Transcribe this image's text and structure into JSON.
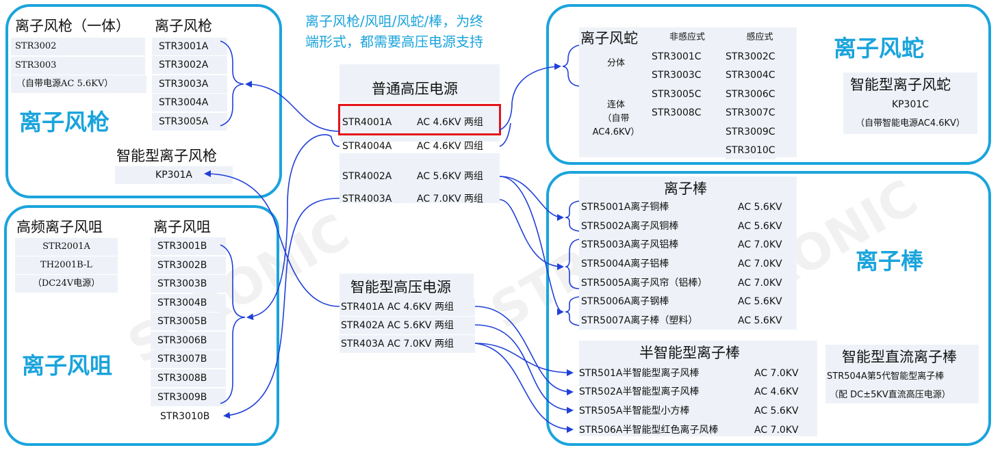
{
  "note": {
    "line1": "离子风枪/风咀/风蛇/棒，为终",
    "line2": "端形式，都需要高压电源支持"
  },
  "watermark": "STRONIC",
  "gun_panel": {
    "header_integrated": "离子风枪（一体）",
    "header_gun": "离子风枪",
    "integrated_items": [
      "STR3002",
      "STR3003",
      "（自带电源AC 5.6KV）"
    ],
    "gun_items": [
      "STR3001A",
      "STR3002A",
      "STR3003A",
      "STR3004A",
      "STR3005A"
    ],
    "big_label": "离子风枪",
    "smart_header": "智能型离子风枪",
    "smart_item": "KP301A"
  },
  "nozzle_panel": {
    "header_hf": "高频离子风咀",
    "header_nozzle": "离子风咀",
    "hf_items": [
      "STR2001A",
      "TH2001B-L",
      "（DC24V电源）"
    ],
    "nozzle_items": [
      "STR3001B",
      "STR3002B",
      "STR3003B",
      "STR3004B",
      "STR3005B",
      "STR3006B",
      "STR3007B",
      "STR3008B",
      "STR3009B",
      "STR3010B"
    ],
    "big_label": "离子风咀"
  },
  "regular_supply": {
    "title": "普通高压电源",
    "rows": [
      {
        "model": "STR4001A",
        "spec": "AC 4.6KV 两组"
      },
      {
        "model": "STR4004A",
        "spec": "AC 4.6KV 四组"
      },
      {
        "model": "STR4002A",
        "spec": "AC 5.6KV 两组"
      },
      {
        "model": "STR4003A",
        "spec": "AC 7.0KV 两组"
      }
    ]
  },
  "smart_supply": {
    "title": "智能型高压电源",
    "rows": [
      "STR401A AC 4.6KV 两组",
      "STR402A AC 5.6KV 两组",
      "STR403A AC 7.0KV 两组"
    ]
  },
  "snake_panel": {
    "header": "离子风蛇",
    "col_noninductive": "非感应式",
    "col_inductive": "感应式",
    "split_label": "分体",
    "connected_label_1": "连体",
    "connected_label_2": "（自带",
    "connected_label_3": "AC4.6KV）",
    "noninductive": [
      "STR3001C",
      "STR3003C",
      "STR3005C",
      "STR3008C"
    ],
    "inductive": [
      "STR3002C",
      "STR3004C",
      "STR3006C",
      "STR3007C",
      "STR3009C",
      "STR3010C"
    ],
    "big_label": "离子风蛇",
    "smart_header": "智能型离子风蛇",
    "smart_item": "KP301C",
    "smart_note": "（自带智能电源AC4.6KV）"
  },
  "bar_panel": {
    "header": "离子棒",
    "rows": [
      {
        "name": "STR5001A离子铜棒",
        "spec": "AC 5.6KV"
      },
      {
        "name": "STR5002A离子风铜棒",
        "spec": "AC 5.6KV"
      },
      {
        "name": "STR5003A离子风铝棒",
        "spec": "AC 7.0KV"
      },
      {
        "name": "STR5004A离子铝棒",
        "spec": "AC 7.0KV"
      },
      {
        "name": "STR5005A离子风帘（铝棒）",
        "spec": "AC 7.0KV"
      },
      {
        "name": "STR5006A离子钢棒",
        "spec": "AC 5.6KV"
      },
      {
        "name": "STR5007A离子棒（塑料）",
        "spec": "AC 5.6KV"
      }
    ],
    "big_label": "离子棒",
    "semi_header": "半智能型离子棒",
    "semi_rows": [
      {
        "name": "STR501A半智能型离子风棒",
        "spec": "AC 7.0KV"
      },
      {
        "name": "STR502A半智能型离子风棒",
        "spec": "AC 4.6KV"
      },
      {
        "name": "STR505A半智能型小方棒",
        "spec": "AC 5.6KV"
      },
      {
        "name": "STR506A半智能型红色离子风棒",
        "spec": "AC 7.0KV"
      }
    ],
    "dc_header": "智能型直流离子棒",
    "dc_item": "STR504A第5代智能型离子棒",
    "dc_note": "（配 DC±5KV直流高压电源）"
  },
  "colors": {
    "accent": "#1aa4dc",
    "connector": "#1f3fd8",
    "highlight": "#e5141a",
    "cell_bg": "#eef2f8"
  }
}
